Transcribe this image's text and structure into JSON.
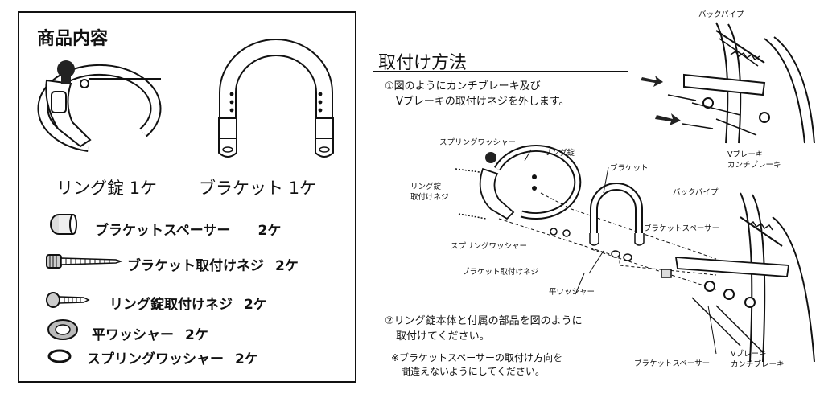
{
  "contents": {
    "heading": "商品内容",
    "main_items": [
      {
        "name": "リング錠",
        "qty": "1ケ"
      },
      {
        "name": "ブラケット",
        "qty": "1ケ"
      }
    ],
    "parts": [
      {
        "name": "ブラケットスペーサー",
        "qty": "2ケ"
      },
      {
        "name": "ブラケット取付けネジ",
        "qty": "2ケ"
      },
      {
        "name": "リング錠取付けネジ",
        "qty": "2ケ"
      },
      {
        "name": "平ワッシャー",
        "qty": "2ケ"
      },
      {
        "name": "スプリングワッシャー",
        "qty": "2ケ"
      }
    ]
  },
  "install": {
    "heading": "取付け方法",
    "step1": [
      "①図のようにカンチブレーキ及び",
      "Vブレーキの取付けネジを外します。"
    ],
    "step2": [
      "②リング錠本体と付属の部品を図のように",
      "取付けてください。"
    ],
    "note": [
      "※ブラケットスペーサーの取付け方向を",
      "間違えないようにしてください。"
    ]
  },
  "diagram_labels": {
    "back_pipe_top": "バックパイプ",
    "vbrake_top": "Vブレーキ",
    "cantilever_top": "カンチブレーキ",
    "spring_washer_1": "スプリングワッシャー",
    "ring_lock": "リング錠",
    "ring_lock_screw": [
      "リング錠",
      "取付けネジ"
    ],
    "bracket": "ブラケット",
    "back_pipe_mid": "バックパイプ",
    "bracket_spacer_mid": "ブラケットスペーサー",
    "spring_washer_2": "スプリングワッシャー",
    "bracket_screw": "ブラケット取付けネジ",
    "flat_washer": "平ワッシャー",
    "bracket_spacer_bottom": "ブラケットスペーサー",
    "vbrake_bottom": "Vブレーキ",
    "cantilever_bottom": "カンチブレーキ"
  }
}
